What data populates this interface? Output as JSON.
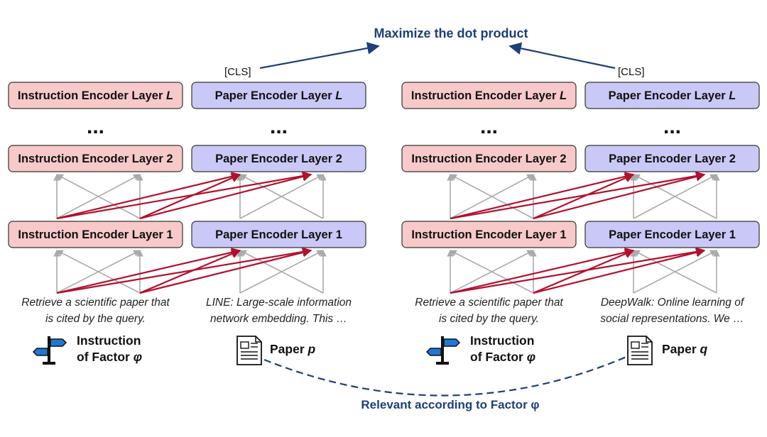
{
  "title": "Maximize the dot product",
  "bottom_label": "Relevant according to Factor φ",
  "cls_token": "[CLS]",
  "colors": {
    "instruction_box": "#f8c9c9",
    "paper_box": "#c9c8f6",
    "accent": "#1d3f7a",
    "attn_red": "#b2102c",
    "attn_gray": "#aaaaaa"
  },
  "left": {
    "instruction_layers": [
      "Instruction Encoder Layer ",
      "Instruction Encoder Layer 2",
      "Instruction Encoder Layer 1"
    ],
    "paper_layers": [
      "Paper Encoder Layer ",
      "Paper Encoder Layer 2",
      "Paper Encoder Layer 1"
    ],
    "instruction_input": [
      "Retrieve a scientific paper that",
      "is cited by the query."
    ],
    "paper_input": [
      "LINE: Large-scale information",
      "network embedding. This …"
    ],
    "instruction_label": [
      "Instruction",
      "of Factor "
    ],
    "paper_label": "Paper "
  },
  "right": {
    "instruction_layers": [
      "Instruction Encoder Layer ",
      "Instruction Encoder Layer 2",
      "Instruction Encoder Layer 1"
    ],
    "paper_layers": [
      "Paper Encoder Layer ",
      "Paper Encoder Layer 2",
      "Paper Encoder Layer 1"
    ],
    "instruction_input": [
      "Retrieve a scientific paper that",
      "is cited by the query."
    ],
    "paper_input": [
      "DeepWalk: Online learning of",
      "social representations. We …"
    ],
    "instruction_label": [
      "Instruction",
      "of Factor "
    ],
    "paper_label": "Paper "
  },
  "symbols": {
    "L": "L",
    "phi": "φ",
    "p": "p",
    "q": "q"
  },
  "ellipsis": "..."
}
